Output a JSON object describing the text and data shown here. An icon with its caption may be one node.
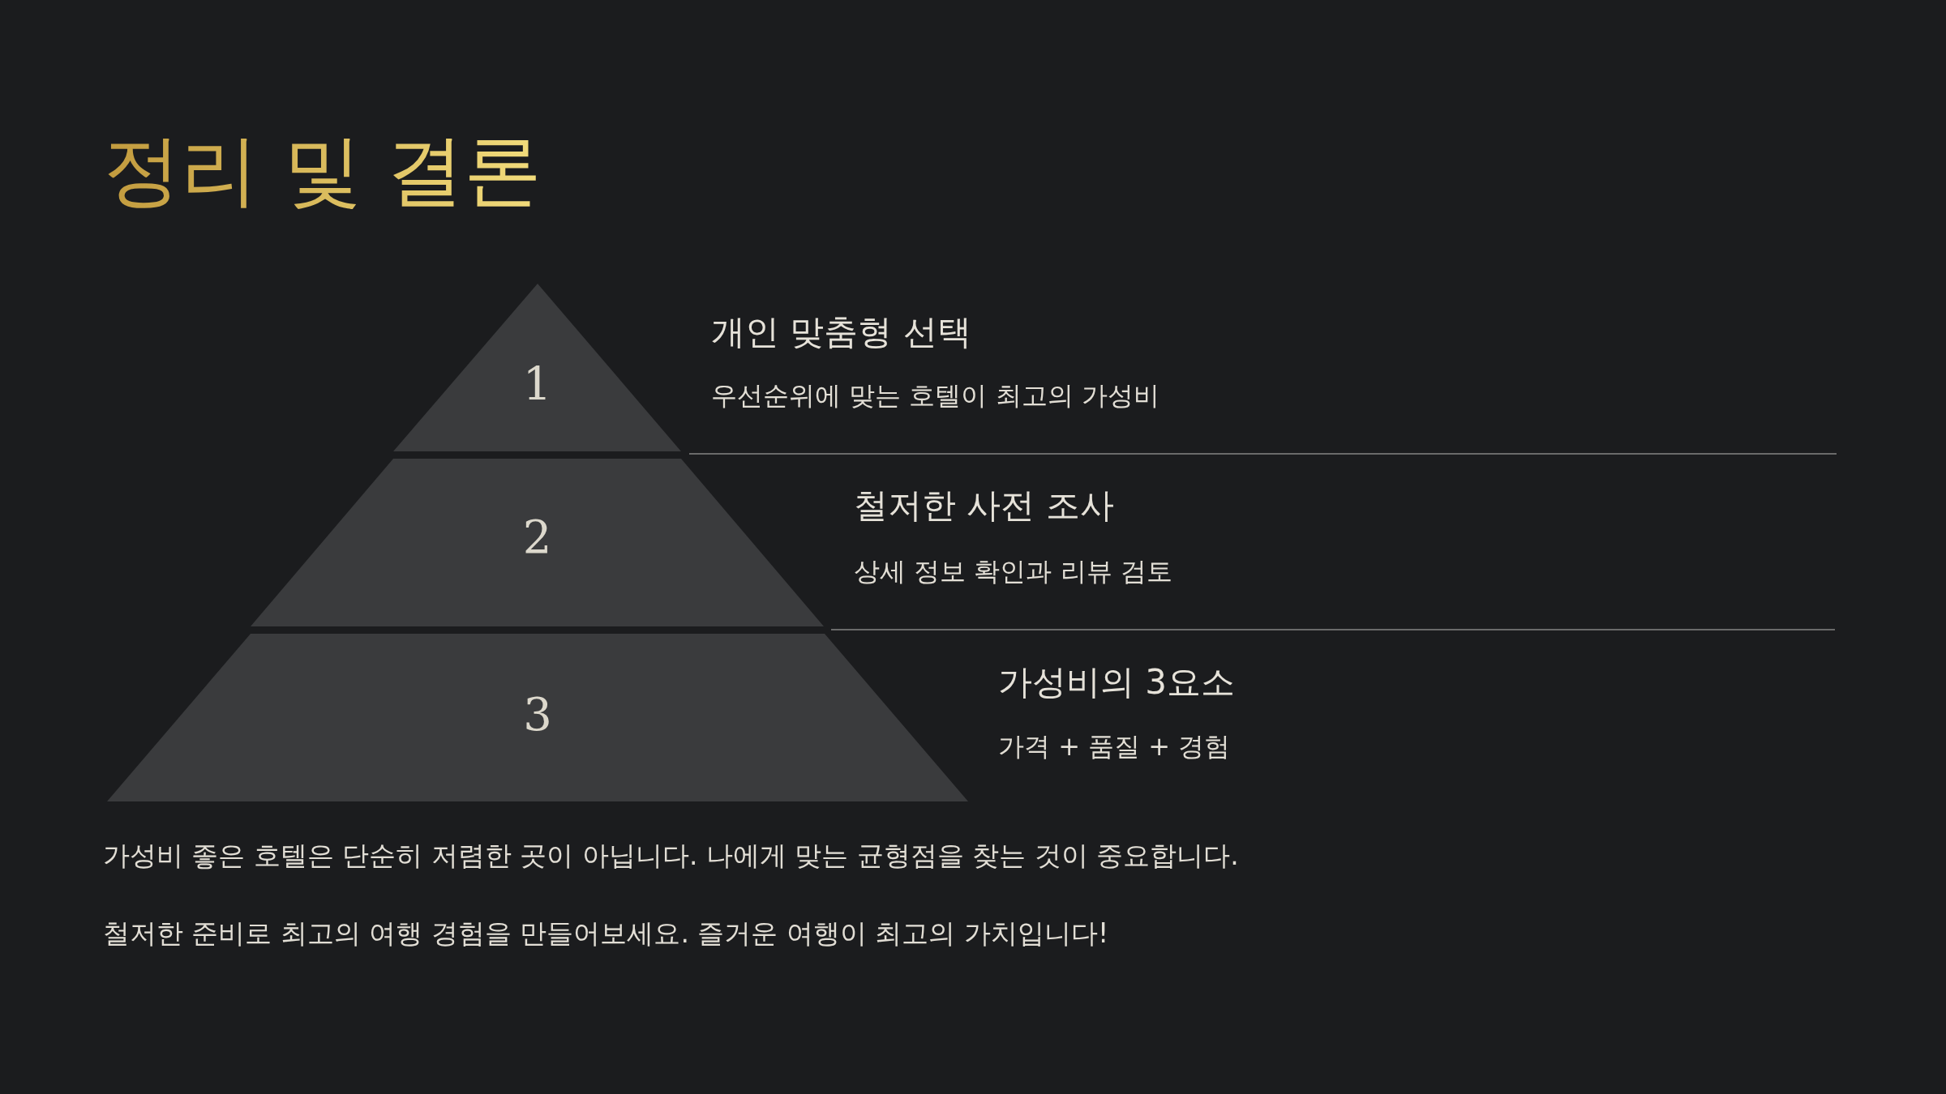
{
  "diagram": {
    "title": "정리 및 결론",
    "nodes": [
      {
        "text": [
          "1"
        ],
        "beside": [
          "개인 맞춤형 선택",
          "우선순위에 맞는 호텔이 최고의 가성비"
        ]
      },
      {
        "text": [
          "2"
        ],
        "beside": [
          "철저한 사전 조사",
          "상세 정보 확인과 리뷰 검토"
        ]
      },
      {
        "text": [
          "3"
        ],
        "beside": [
          "가성비의 3요소",
          "가격 + 품질 + 경험"
        ]
      }
    ],
    "edges": [],
    "labels": [
      "가성비 좋은 호텔은 단순히 저렴한 곳이 아닙니다. 나에게 맞는 균형점을 찾는 것이 중요합니다.",
      "철저한 준비로 최고의 여행 경험을 만들어보세요. 즐거운 여행이 최고의 가치입니다!"
    ]
  }
}
